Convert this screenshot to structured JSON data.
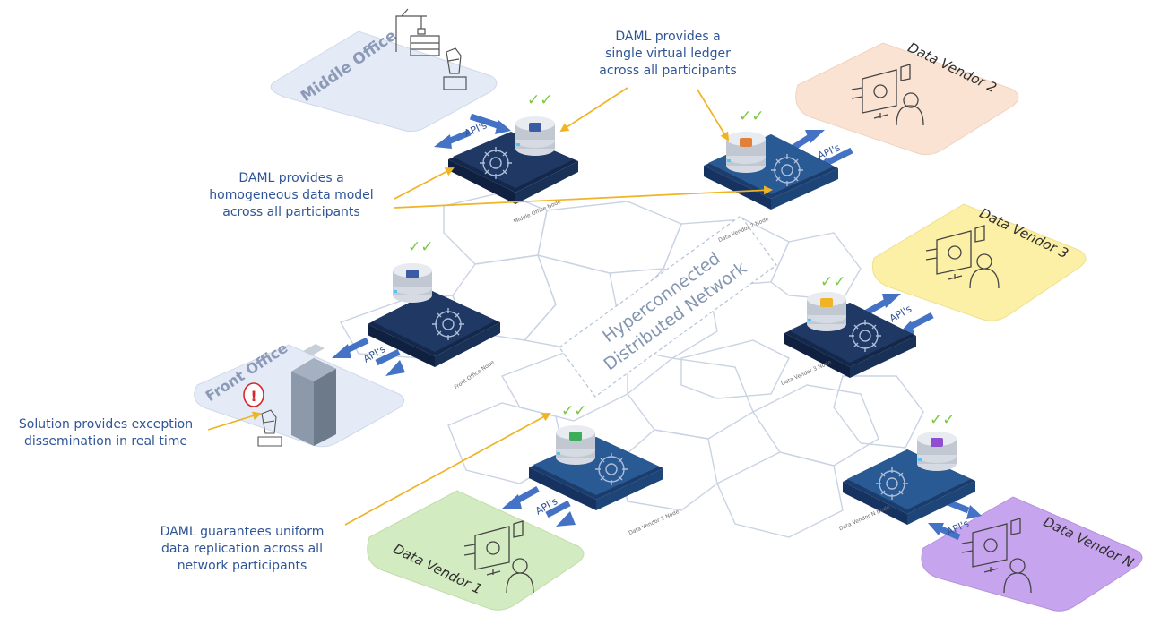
{
  "network_label": {
    "line1": "Hyperconnected",
    "line2": "Distributed Network"
  },
  "api_label": "API's",
  "panels": {
    "middle_office": "Middle Office",
    "front_office": "Front Office",
    "vendor_1": "Data Vendor 1",
    "vendor_2": "Data Vendor 2",
    "vendor_3": "Data Vendor 3",
    "vendor_n": "Data Vendor N"
  },
  "node_labels": {
    "middle_office": "Middle Office Node",
    "front_office": "Front Office Node",
    "vendor_1": "Data Vendor 1 Node",
    "vendor_2": "Data Vendor 2 Node",
    "vendor_3": "Data Vendor 3 Node",
    "vendor_n": "Data Vendor N Node"
  },
  "callouts": {
    "virtual_ledger": [
      "DAML provides a",
      "single virtual ledger",
      "across all participants"
    ],
    "data_model": [
      "DAML provides a",
      "homogeneous data model",
      "across all participants"
    ],
    "exception": [
      "Solution provides exception",
      "dissemination in real time"
    ],
    "replication": [
      "DAML guarantees uniform",
      "data replication across all",
      "network participants"
    ]
  },
  "colors": {
    "callout_text": "#2f5597",
    "arrow": "#f0b323",
    "node_dark": "#1f3864",
    "node_mid": "#2f5597",
    "check": "#7ac943",
    "api_arrow": "#4472c4",
    "middle_office_panel": "#e4ebf7",
    "front_office_panel": "#e4ebf7",
    "vendor_1_panel": "#d3ebc0",
    "vendor_2_panel": "#fbe3d3",
    "vendor_3_panel": "#fcefa6",
    "vendor_n_panel": "#c7a4ee"
  }
}
